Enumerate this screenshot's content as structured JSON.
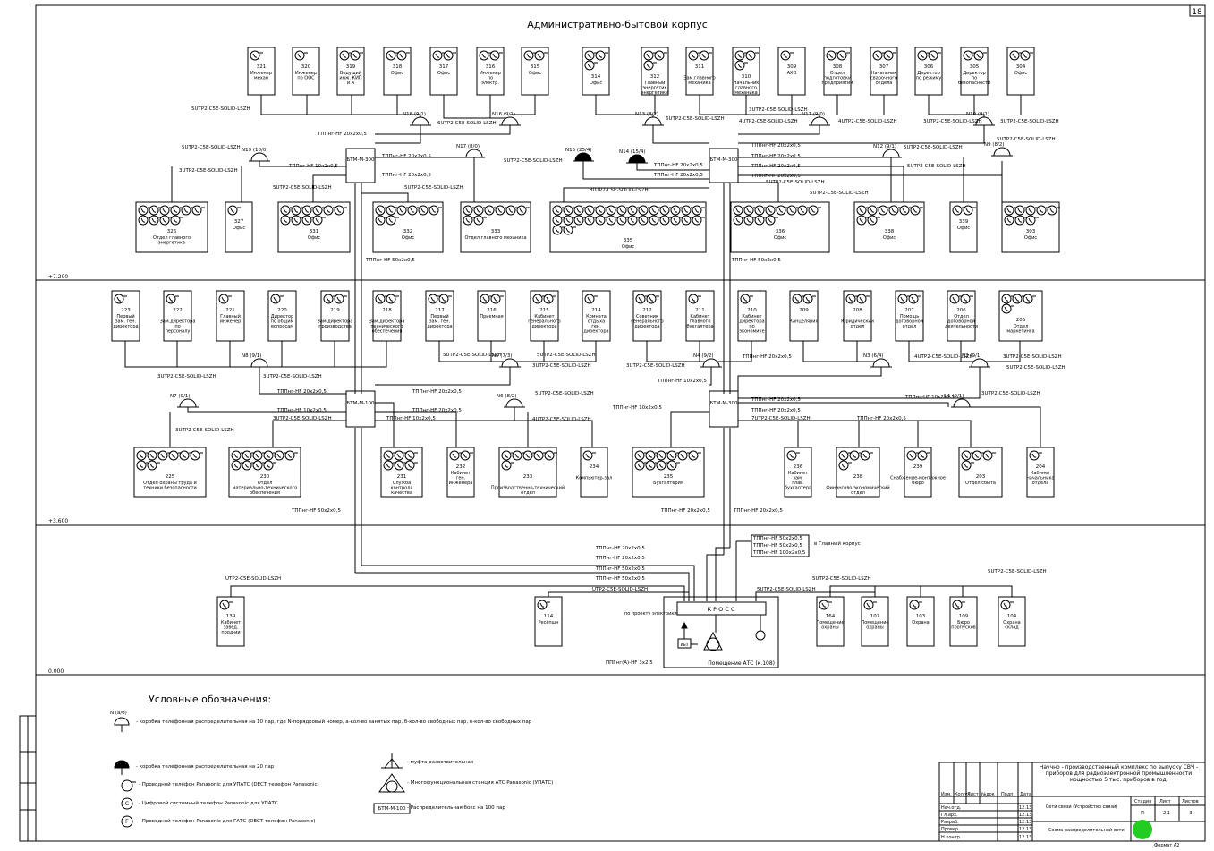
{
  "sheet_number": "18",
  "building_title": "Административно-бытовой корпус",
  "levels": [
    "+7.200",
    "+3.600",
    "0.000"
  ],
  "floor3": {
    "rooms": [
      {
        "num": "321",
        "name": "Инженер механ",
        "n": 1
      },
      {
        "num": "320",
        "name": "Инженер по ООС",
        "n": 1
      },
      {
        "num": "319",
        "name": "Ведущий инж. КИП и А",
        "n": 2
      },
      {
        "num": "318",
        "name": "Офис",
        "n": 2
      },
      {
        "num": "317",
        "name": "Офис",
        "n": 2
      },
      {
        "num": "316",
        "name": "Инженер по электр.",
        "n": 2
      },
      {
        "num": "315",
        "name": "Офис",
        "n": 2
      },
      {
        "num": "314",
        "name": "Офис",
        "n": 3
      },
      {
        "num": "312",
        "name": "Главный энергетик энергетики",
        "n": 3
      },
      {
        "num": "311",
        "name": "Зам.главного механика",
        "n": 2
      },
      {
        "num": "310",
        "name": "Начальник главного механика",
        "n": 3
      },
      {
        "num": "309",
        "name": "АХО",
        "n": 1
      },
      {
        "num": "308",
        "name": "Отдел подготовки предприятий",
        "n": 2
      },
      {
        "num": "307",
        "name": "Начальник сварочного отдела",
        "n": 2
      },
      {
        "num": "306",
        "name": "Директор по режиму",
        "n": 2
      },
      {
        "num": "305",
        "name": "Директор по безопасности",
        "n": 2
      },
      {
        "num": "304",
        "name": "Офис",
        "n": 2
      }
    ],
    "lower_rooms": [
      {
        "num": "326",
        "name": "Отдел главного энергетика",
        "n": 10
      },
      {
        "num": "327",
        "name": "Офис",
        "n": 1
      },
      {
        "num": "331",
        "name": "Офис",
        "n": 10
      },
      {
        "num": "332",
        "name": "Офис",
        "n": 8
      },
      {
        "num": "333",
        "name": "Отдел главного механика",
        "n": 8
      },
      {
        "num": "335",
        "name": "Офис",
        "n": 30
      },
      {
        "num": "336",
        "name": "Офис",
        "n": 12
      },
      {
        "num": "338",
        "name": "Офис",
        "n": 8
      },
      {
        "num": "339",
        "name": "Офис",
        "n": 2
      },
      {
        "num": "303",
        "name": "Офис",
        "n": 8
      }
    ],
    "boxes": [
      {
        "label": "N18 (9/1)"
      },
      {
        "label": "N16 (9/1)"
      },
      {
        "label": "N13 (8/2)"
      },
      {
        "label": "N11 (9/0)"
      },
      {
        "label": "N10 (9/1)"
      },
      {
        "label": "N19 (10/0)"
      },
      {
        "label": "N17 (8/0)"
      },
      {
        "label": "N15 (25/4)"
      },
      {
        "label": "N14 (15/4)"
      },
      {
        "label": "N12 (9/1)"
      },
      {
        "label": "N9 (8/2)"
      }
    ],
    "cabinets": [
      "БТМ-М-300",
      "БТМ-М-300"
    ],
    "cables": [
      "5UTP2-C5E-SOLID-LSZH",
      "3UTP2-C5E-SOLID-LSZH",
      "6UTP2-C5E-SOLID-LSZH",
      "ТППнг-HF 10х2х0,5",
      "ТППнг-HF 20х2х0,5",
      "ТППнг-HF 50х2х0,5",
      "7UTP2-C5E-SOLID-LSZH",
      "8UTP2-C5E-SOLID-LSZH",
      "4UTP2-C5E-SOLID-LSZH"
    ]
  },
  "floor2": {
    "rooms": [
      {
        "num": "223",
        "name": "Первый зам. ген. директора",
        "n": 1
      },
      {
        "num": "222",
        "name": "Зам.директора по персоналу",
        "n": 1
      },
      {
        "num": "221",
        "name": "Главный инженер",
        "n": 1
      },
      {
        "num": "220",
        "name": "Директор по общим вопросам",
        "n": 1
      },
      {
        "num": "219",
        "name": "Зам.директора производства",
        "n": 2
      },
      {
        "num": "218",
        "name": "Зам.директора технического обеспечения",
        "n": 2
      },
      {
        "num": "217",
        "name": "Первый зам. ген. директора",
        "n": 2
      },
      {
        "num": "216",
        "name": "Приемная",
        "n": 2
      },
      {
        "num": "215",
        "name": "Кабинет генерального директора",
        "n": 2
      },
      {
        "num": "214",
        "name": "Комната отдыха ген. директора",
        "n": 1
      },
      {
        "num": "212",
        "name": "Советник генерального директора",
        "n": 2
      },
      {
        "num": "211",
        "name": "Кабинет главного бухгалтера",
        "n": 1
      },
      {
        "num": "210",
        "name": "Кабинет директора по экономике",
        "n": 1
      },
      {
        "num": "209",
        "name": "Канцелярия",
        "n": 2
      },
      {
        "num": "208",
        "name": "Юридический отдел",
        "n": 2
      },
      {
        "num": "207",
        "name": "Помощь договорной отдел",
        "n": 2
      },
      {
        "num": "206",
        "name": "Отдел договорной деятельности",
        "n": 2
      },
      {
        "num": "205",
        "name": "Отдел маркетинга",
        "n": 4
      }
    ],
    "lower_rooms": [
      {
        "num": "225",
        "name": "Отдел охраны труда и техники безопасности",
        "n": 8
      },
      {
        "num": "230",
        "name": "Отдел материально-технического обеспечения",
        "n": 10
      },
      {
        "num": "231",
        "name": "Служба контроля качества",
        "n": 6
      },
      {
        "num": "232",
        "name": "Кабинет ген. инженера",
        "n": 2
      },
      {
        "num": "233",
        "name": "Производственно-технический отдел",
        "n": 6
      },
      {
        "num": "234",
        "name": "Компьютер-зал",
        "n": 1
      },
      {
        "num": "235",
        "name": "Бухгалтерия",
        "n": 10
      },
      {
        "num": "236",
        "name": "Кабинет зам. глав. бухгалтера",
        "n": 1
      },
      {
        "num": "238",
        "name": "Финансово-экономический отдел",
        "n": 4
      },
      {
        "num": "239",
        "name": "Снабжение-монтажное бюро",
        "n": 2
      },
      {
        "num": "203",
        "name": "Отдел сбыта",
        "n": 4
      },
      {
        "num": "204",
        "name": "Кабинет начальника отдела",
        "n": 1
      }
    ],
    "boxes": [
      {
        "label": "N8 (9/1)"
      },
      {
        "label": "N5 (7/3)"
      },
      {
        "label": "N4 (9/2)"
      },
      {
        "label": "N3 (6/4)"
      },
      {
        "label": "N2 (9/1)"
      },
      {
        "label": "N7 (9/1)"
      },
      {
        "label": "N6 (8/2)"
      },
      {
        "label": "N1 (9/1)"
      }
    ],
    "cabinets": [
      "БТМ-М-100",
      "БТМ-М-300"
    ]
  },
  "floor1": {
    "rooms": [
      {
        "num": "139",
        "name": "Кабинет завед. прод-ии",
        "n": 1
      },
      {
        "num": "114",
        "name": "Ресепшн",
        "n": 1
      },
      {
        "num": "164",
        "name": "Помещение охраны",
        "n": 1
      },
      {
        "num": "107",
        "name": "Помещение охраны",
        "n": 1
      },
      {
        "num": "103",
        "name": "Охрана",
        "n": 1
      },
      {
        "num": "109",
        "name": "Бюро пропусков",
        "n": 1
      },
      {
        "num": "104",
        "name": "Охрана склад",
        "n": 1
      }
    ],
    "cross_label": "К Р О С С",
    "ats_room": "Помещение АТС (к.108)",
    "to_main": "в Главный корпус",
    "feed_cables": [
      "ТППнг-HF 20х2х0,5",
      "ТППнг-HF 20х2х0,5",
      "ТППнг-HF 50х2х0,5",
      "ТППнг-HF 50х2х0,5",
      "UTP2-C5E-SOLID-LSZH",
      "UTP2-C5E-SOLID-LSZH"
    ],
    "to_main_cables": [
      "ТППнг-HF 50х2х0,5",
      "ТППнг-HF 50х2х0,5",
      "ТППнг-HF 100х2х0,5"
    ],
    "power_cable": "ППГнг(А)-HF 3х2,5",
    "power_note": "по проекту электрики"
  },
  "legend": {
    "title": "Условные обозначения:",
    "items": [
      {
        "symbol": "N (a/б)",
        "text": "- коробка телефонная распределительная на 10 пар, где N-порядковый номер, а-кол-во занятых пар, б-кол-во свободных пар, в-кол-во свободных пар"
      },
      {
        "symbol": "",
        "text": "- коробка телефонная распределительная на 20 пар"
      },
      {
        "symbol": "",
        "text": "- Проводной телефон Panasonic для УПАТС (DECT телефон Panasonic)"
      },
      {
        "symbol": "",
        "text": "- Цифровой системный телефон Panasonic для УПАТС"
      },
      {
        "symbol": "",
        "text": "- Проводной телефон Panasonic для ГАТС (DECT телефон Panasonic)"
      },
      {
        "symbol": "",
        "text": "- муфта разветвительная"
      },
      {
        "symbol": "",
        "text": "- Многофункциональная станция АТС Panasonic (УПАТС)"
      },
      {
        "symbol": "БТМ-М-100",
        "text": "- Распределительная бокс на 100 пар"
      }
    ]
  },
  "title_block": {
    "project": "Научно - производственный комплекс по выпуску СВЧ - приборов для радиоэлектронной промышленности мощностью 5 тыс. приборов в год.",
    "section": "Сети связи (Устройство связи)",
    "drawing": "Схема распределительной сети",
    "stage_label": "Стадия",
    "sheet_label": "Лист",
    "sheets_label": "Листов",
    "stage": "П",
    "sheet": "2.1",
    "sheets": "3",
    "header_cols": [
      "Изм.",
      "Кол.уч",
      "Лист",
      "№док",
      "Подп.",
      "Дата"
    ],
    "roles": [
      "Нач.отд.",
      "Гл.арх.",
      "Разраб.",
      "Провер.",
      "Н.контр."
    ],
    "dates": [
      "12.13",
      "12.13",
      "12.13",
      "12.13",
      "12.13"
    ],
    "format": "Формат А2"
  },
  "colors": {
    "ink": "#000000",
    "paper": "#ffffff",
    "stamp": "#22cc22"
  }
}
